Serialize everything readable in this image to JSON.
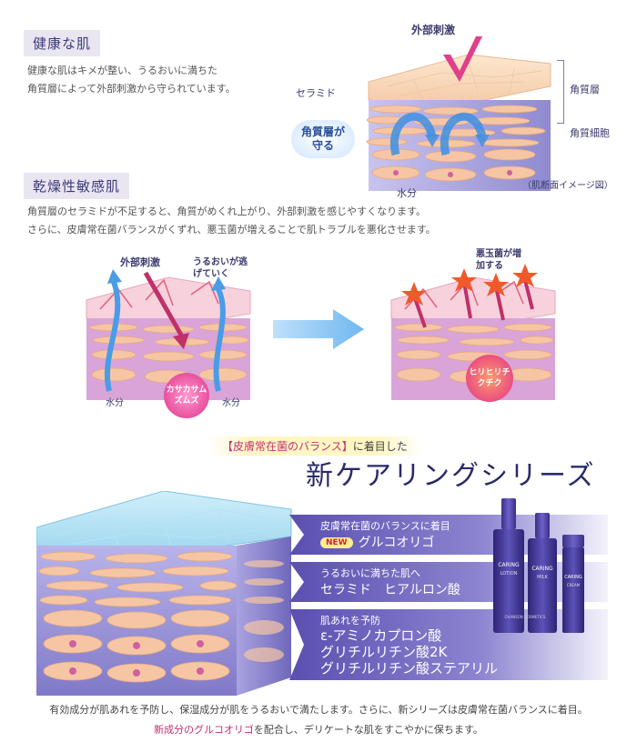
{
  "healthy": {
    "heading": "健康な肌",
    "lines": [
      "健康な肌はキメが整い、うるおいに満ちた",
      "角質層によって外部刺激から守られています。"
    ],
    "label_stimulus": "外部刺激",
    "label_ceramide": "セラミド",
    "label_stratum": "角質層",
    "label_corneocyte": "角質細胞",
    "label_water": "水分",
    "label_protect": "角質層が守る",
    "label_caption": "（肌断面イメージ図）"
  },
  "dry": {
    "heading": "乾燥性敏感肌",
    "lines": [
      "角質層のセラミドが不足すると、角質がめくれ上がり、外部刺激を感じやすくなります。",
      "さらに、皮膚常在菌バランスがくずれ、悪玉菌が増えることで肌トラブルを悪化させます。"
    ],
    "label_stimulus": "外部刺激",
    "label_escape": "うるおいが逃げていく",
    "label_water_left": "水分",
    "label_water_right": "水分",
    "label_itch": "カサカサムズムズ",
    "label_bacteria": "悪玉菌が増加する",
    "label_sting": "ヒリヒリチクチク"
  },
  "series": {
    "tagline_pink": "【皮膚常在菌のバランス】",
    "tagline_rest": "に着目した",
    "title": "新ケアリングシリーズ",
    "features": [
      {
        "lead": "皮膚常在菌のバランスに着目",
        "badge": "NEW",
        "item": "グルコオリゴ"
      },
      {
        "lead": "うるおいに満ちた肌へ",
        "item": "セラミド　ヒアルロン酸"
      },
      {
        "lead": "肌あれを予防",
        "items": [
          "ε-アミノカプロン酸",
          "グリチルリチン酸2K",
          "グリチルリチン酸ステアリル"
        ]
      }
    ],
    "bottle_labels": [
      "CARING",
      "LOTION",
      "CARING",
      "MILK",
      "CARING",
      "CREAM"
    ],
    "brand": "CHANSON COSMETICS"
  },
  "footer": {
    "line1": "有効成分が肌あれを予防し、保湿成分が肌をうるおいで満たします。さらに、新シリーズは皮膚常在菌バランスに着目。",
    "line2_pink": "新成分のグルコオリゴ",
    "line2_rest": "を配合し、デリケートな肌をすこやかに保ちます。"
  },
  "colors": {
    "accent": "#2a2a6a",
    "pink": "#c43070",
    "lavender": "#e9e6f2"
  }
}
